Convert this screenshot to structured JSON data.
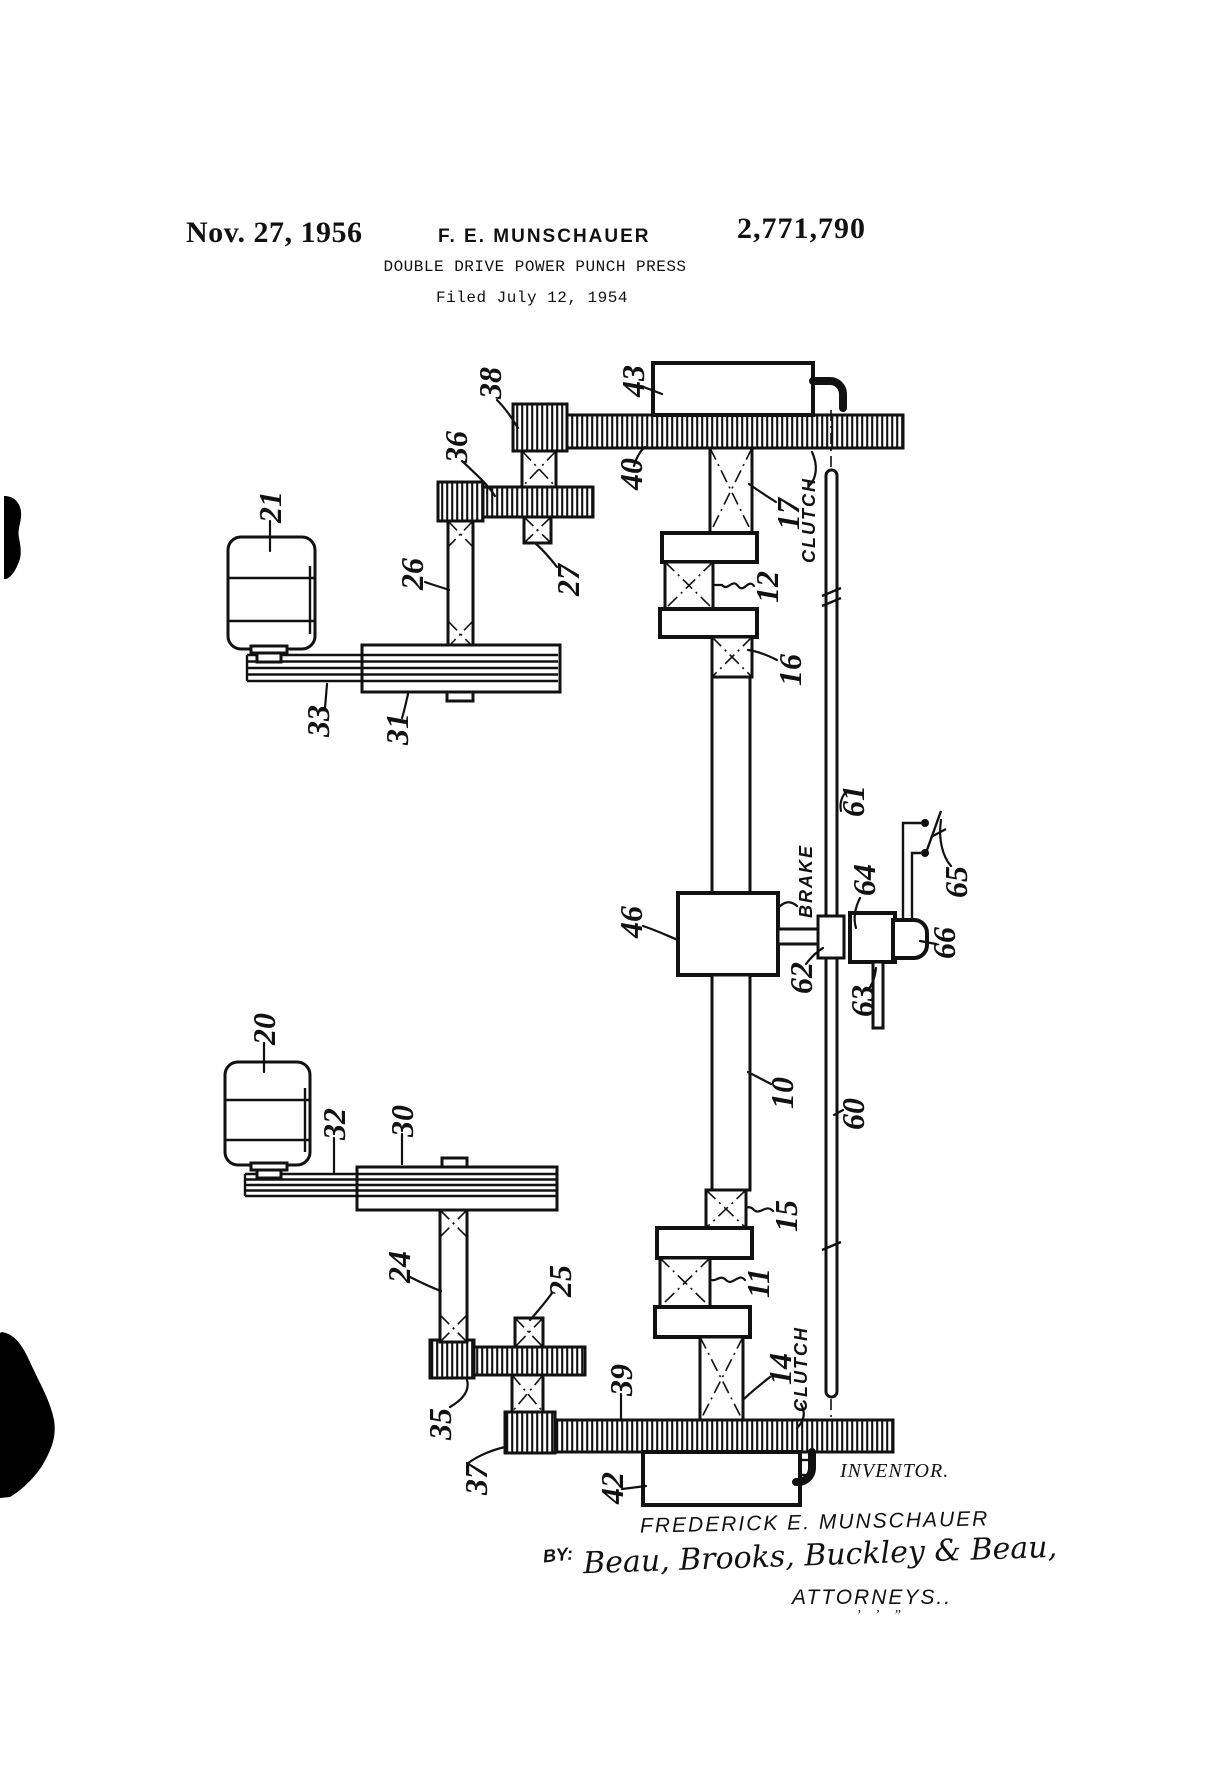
{
  "header": {
    "date": "Nov. 27, 1956",
    "inventor_short": "F. E. MUNSCHAUER",
    "patent_number": "2,771,790",
    "title": "DOUBLE DRIVE POWER PUNCH PRESS",
    "filed": "Filed July 12, 1954"
  },
  "annotations": {
    "clutch_top": "CLUTCH",
    "brake": "BRAKE",
    "clutch_bottom": "CLUTCH"
  },
  "part_labels": {
    "n10": "10",
    "n11": "11",
    "n12": "12",
    "n14": "14",
    "n15": "15",
    "n16": "16",
    "n17": "17",
    "n20": "20",
    "n21": "21",
    "n24": "24",
    "n25": "25",
    "n26": "26",
    "n27": "27",
    "n30": "30",
    "n31": "31",
    "n32": "32",
    "n33": "33",
    "n35": "35",
    "n36": "36",
    "n37": "37",
    "n38": "38",
    "n39": "39",
    "n40": "40",
    "n42": "42",
    "n43": "43",
    "n46": "46",
    "n60": "60",
    "n61": "61",
    "n62": "62",
    "n63": "63",
    "n64": "64",
    "n65": "65",
    "n66": "66"
  },
  "signature": {
    "inventor_caption": "INVENTOR.",
    "inventor_name": "FREDERICK E. MUNSCHAUER",
    "by": "BY:",
    "attorney_signature": "Beau, Brooks, Buckley & Beau,",
    "attorneys_caption": "ATTORNEYS..",
    "flourish": "’ ’ ”"
  }
}
